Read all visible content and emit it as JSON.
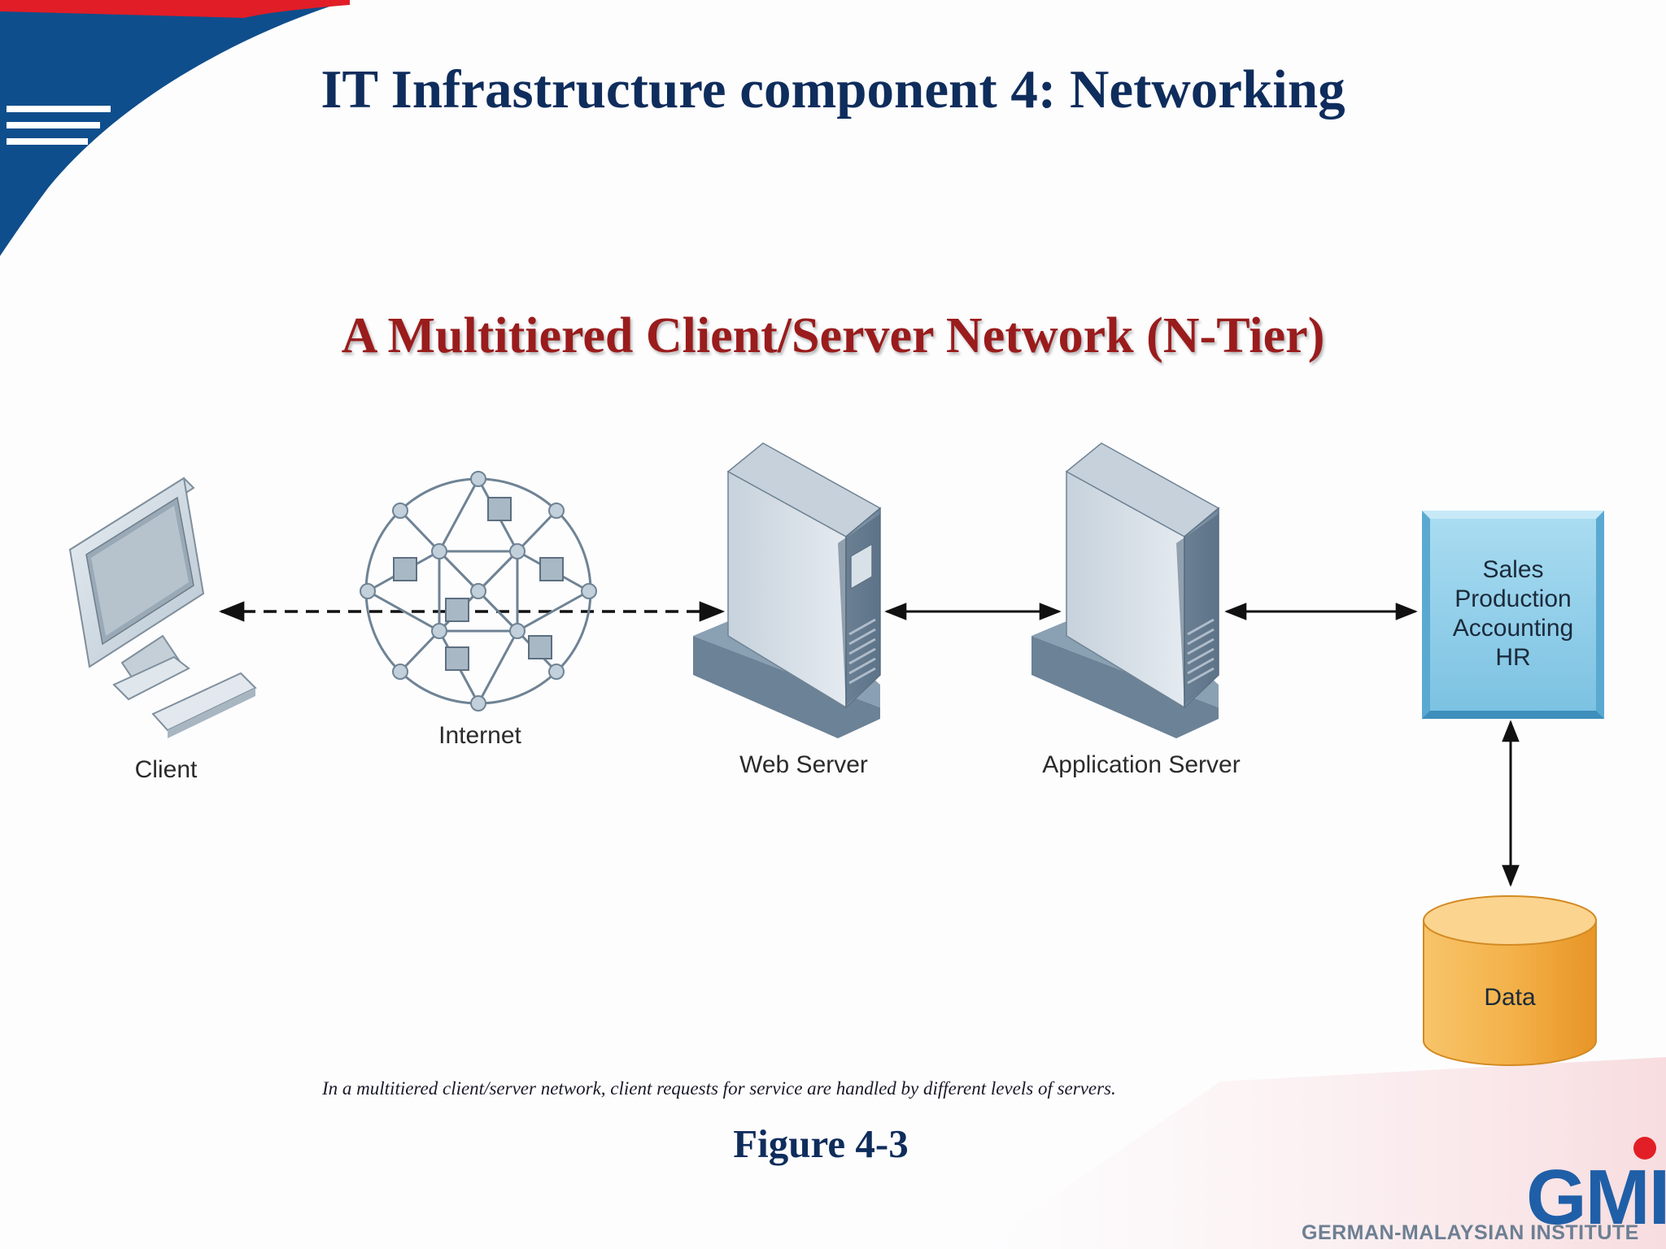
{
  "slide": {
    "title": "IT Infrastructure component 4: Networking",
    "diagram_title": "A Multitiered Client/Server Network (N-Tier)",
    "caption": "In a multitiered client/server network, client requests for service are handled by different levels of servers.",
    "figure_label": "Figure 4-3"
  },
  "diagram": {
    "nodes": {
      "client": "Client",
      "internet": "Internet",
      "web_server": "Web Server",
      "app_server": "Application Server",
      "data": "Data"
    },
    "business_box": [
      "Sales",
      "Production",
      "Accounting",
      "HR"
    ],
    "connections": [
      {
        "from": "Client",
        "to": "Web Server",
        "via": "Internet",
        "style": "dashed",
        "direction": "both"
      },
      {
        "from": "Web Server",
        "to": "Application Server",
        "style": "solid",
        "direction": "both"
      },
      {
        "from": "Application Server",
        "to": "Sales/Production/Accounting/HR",
        "style": "solid",
        "direction": "both"
      },
      {
        "from": "Sales/Production/Accounting/HR",
        "to": "Data",
        "style": "solid",
        "direction": "both"
      }
    ]
  },
  "logo": {
    "mark": "GMI",
    "name": "GERMAN-MALAYSIAN INSTITUTE"
  },
  "colors": {
    "title_blue": "#0f2d5c",
    "diagram_title_red": "#9a1c1c",
    "corner_blue": "#0f4e8c",
    "corner_red": "#e11d27",
    "box_blue": "#8fcde8",
    "data_orange": "#f2a33a"
  }
}
